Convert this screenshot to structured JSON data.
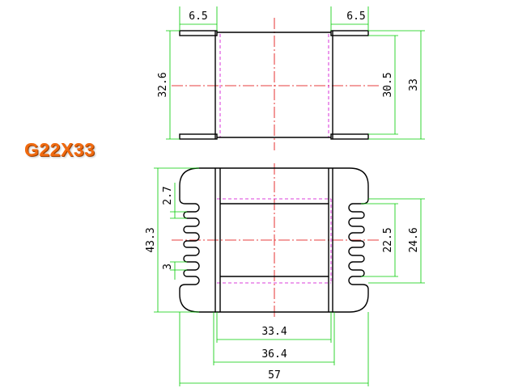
{
  "model_label": "G22X33",
  "colors": {
    "outline": "#000000",
    "dimension": "#00cc00",
    "centerline": "#e00000",
    "hidden": "#d000d0",
    "label": "#f06a10"
  },
  "top_view": {
    "flange_left_label": "6.5",
    "flange_right_label": "6.5",
    "height_outer_label": "32.6",
    "height_inner_label": "30.5",
    "height_total_label": "33"
  },
  "front_view": {
    "slot_pitch_label": "2.7",
    "slot_width_label": "3",
    "height_label": "43.3",
    "inner_height_label": "22.5",
    "window_height_label": "24.6",
    "inner_width_label": "33.4",
    "window_width_label": "36.4",
    "total_width_label": "57"
  }
}
